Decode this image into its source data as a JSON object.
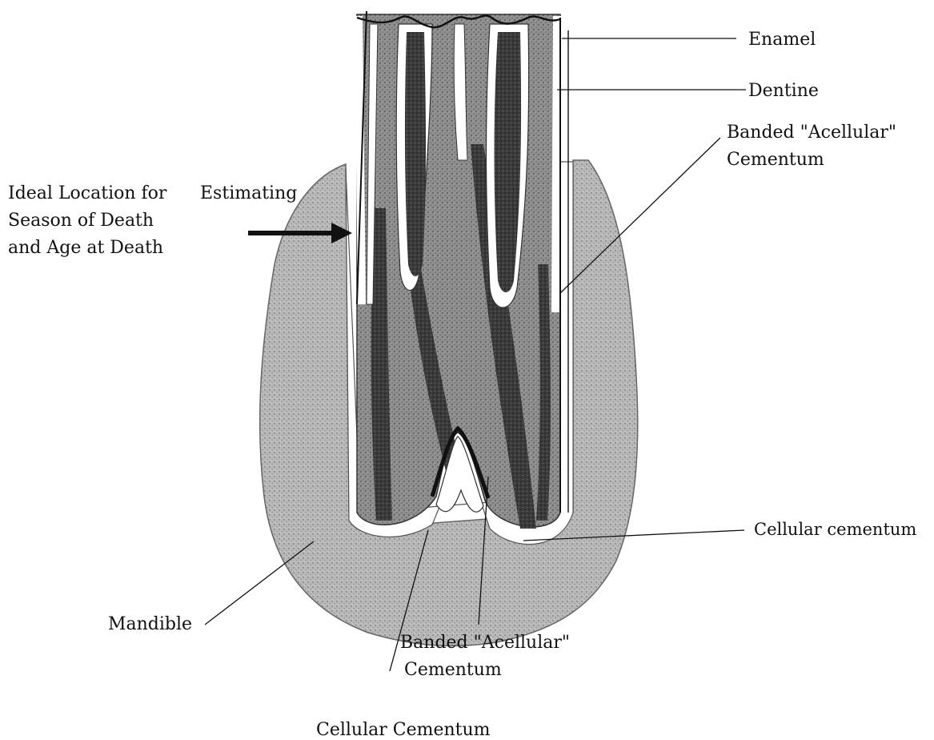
{
  "diagram": {
    "labels": {
      "enamel": "Enamel",
      "dentine": "Dentine",
      "banded_top_1": "Banded \"Acellular\"",
      "banded_top_2": "Cementum",
      "ideal_1": "Ideal Location for",
      "ideal_1b": "Estimating",
      "ideal_2": "Season of Death",
      "ideal_3": "and Age at Death",
      "cellular_cementum_right": "Cellular cementum",
      "mandible": "Mandible",
      "banded_bottom_1": "Banded \"Acellular\"",
      "banded_bottom_2": "Cementum",
      "cellular_cementum_bottom": "Cellular Cementum"
    }
  }
}
